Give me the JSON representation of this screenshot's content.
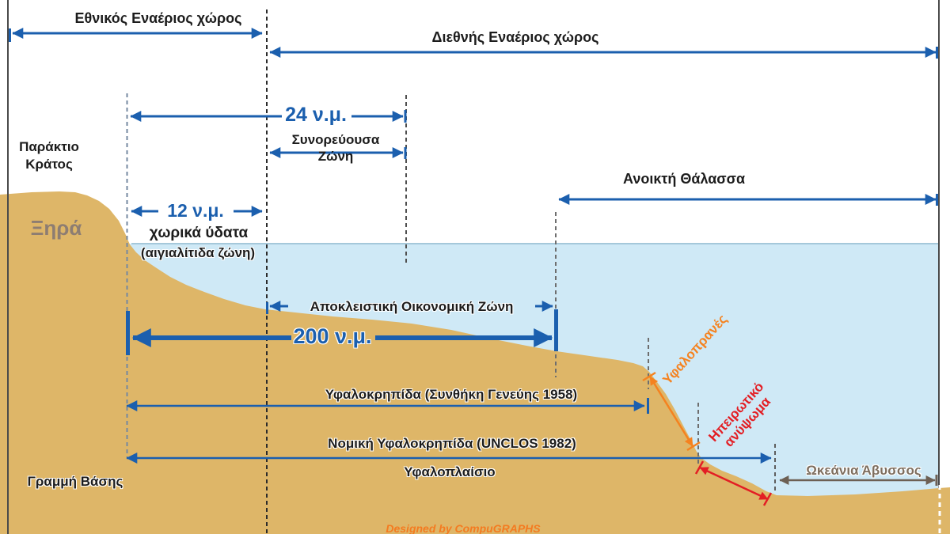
{
  "title": "Maritime zones diagram (Greek)",
  "colors": {
    "sea": "#cfe9f6",
    "sea_edge": "#a5c8da",
    "sand": "#deb668",
    "arrow_blue": "#1b5fae",
    "slope_orange": "#f5821f",
    "rise_red": "#e31e24",
    "abyss_brown": "#6d6054",
    "land_label": "#8d7d72",
    "credit_orange": "#f47b20"
  },
  "labels": {
    "national_airspace": "Εθνικός Εναέριος χώρος",
    "international_airspace": "Διεθνής Εναέριος χώρος",
    "nm24": "24 ν.μ.",
    "contiguous_zone_1": "Συνορεύουσα",
    "contiguous_zone_2": "Ζώνη",
    "coastal_state_1": "Παράκτιο",
    "coastal_state_2": "Κράτος",
    "open_sea": "Ανοικτή Θάλασσα",
    "nm12": "12 ν.μ.",
    "territorial_waters": "χωρικά ύδατα",
    "territorial_waters_alt": "(αιγιαλίτιδα ζώνη)",
    "land": "Ξηρά",
    "eez": "Αποκλειστική Οικονομική Ζώνη",
    "nm200": "200 ν.μ.",
    "shelf_geneva": "Υφαλοκρηπίδα (Συνθήκη Γενεύης 1958)",
    "shelf_unclos": "Νομική Υφαλοκρηπίδα (UNCLOS 1982)",
    "shelf_frame": "Υφαλοπλαίσιο",
    "baseline": "Γραμμή Βάσης",
    "continental_slope": "Υφαλοπρανές",
    "continental_rise_1": "Ηπειρωτικό",
    "continental_rise_2": "ανύψωμα",
    "ocean_abyss": "Ωκεάνια Άβυσσος",
    "credit": "Designed by CompuGRAPHS"
  }
}
